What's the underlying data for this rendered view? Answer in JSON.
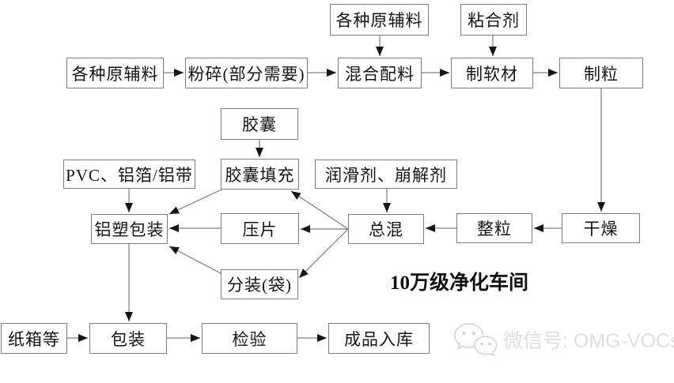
{
  "diagram": {
    "nodes": {
      "raw_materials_1": "各种原辅料",
      "crush": "粉碎(部分需要)",
      "raw_materials_2": "各种原辅料",
      "binder": "粘合剂",
      "mixing": "混合配料",
      "soft_material": "制软材",
      "granulation": "制粒",
      "capsule": "胶囊",
      "capsule_filling": "胶囊填充",
      "pvc_foil": "PVC、铝箔/铝带",
      "lubricant_disintegrant": "润滑剂、崩解剂",
      "blister_packaging": "铝塑包装",
      "tabletting": "压片",
      "total_mixing": "总混",
      "granule_sizing": "整粒",
      "drying": "干燥",
      "bag_filling": "分装(袋)",
      "carton": "纸箱等",
      "packaging": "包装",
      "inspection": "检验",
      "warehousing": "成品入库"
    },
    "note": "10万级净化车间",
    "watermark": {
      "icon": "wechat-icon",
      "text": "微信号: OMG-VOCs"
    },
    "flow_edges": [
      {
        "from": "raw_materials_1",
        "to": "crush"
      },
      {
        "from": "crush",
        "to": "mixing"
      },
      {
        "from": "raw_materials_2",
        "to": "mixing"
      },
      {
        "from": "binder",
        "to": "soft_material"
      },
      {
        "from": "mixing",
        "to": "soft_material"
      },
      {
        "from": "soft_material",
        "to": "granulation"
      },
      {
        "from": "granulation",
        "to": "drying"
      },
      {
        "from": "drying",
        "to": "granule_sizing"
      },
      {
        "from": "granule_sizing",
        "to": "total_mixing"
      },
      {
        "from": "lubricant_disintegrant",
        "to": "total_mixing"
      },
      {
        "from": "capsule",
        "to": "capsule_filling"
      },
      {
        "from": "total_mixing",
        "to": "capsule_filling"
      },
      {
        "from": "total_mixing",
        "to": "tabletting"
      },
      {
        "from": "total_mixing",
        "to": "bag_filling"
      },
      {
        "from": "pvc_foil",
        "to": "blister_packaging"
      },
      {
        "from": "capsule_filling",
        "to": "blister_packaging"
      },
      {
        "from": "tabletting",
        "to": "blister_packaging"
      },
      {
        "from": "bag_filling",
        "to": "blister_packaging"
      },
      {
        "from": "blister_packaging",
        "to": "packaging"
      },
      {
        "from": "carton",
        "to": "packaging"
      },
      {
        "from": "packaging",
        "to": "inspection"
      },
      {
        "from": "inspection",
        "to": "warehousing"
      }
    ],
    "colors": {
      "line": "#7d7d7d",
      "box_border": "#7e7e7e",
      "text": "#141414",
      "watermark": "#dedede"
    }
  }
}
